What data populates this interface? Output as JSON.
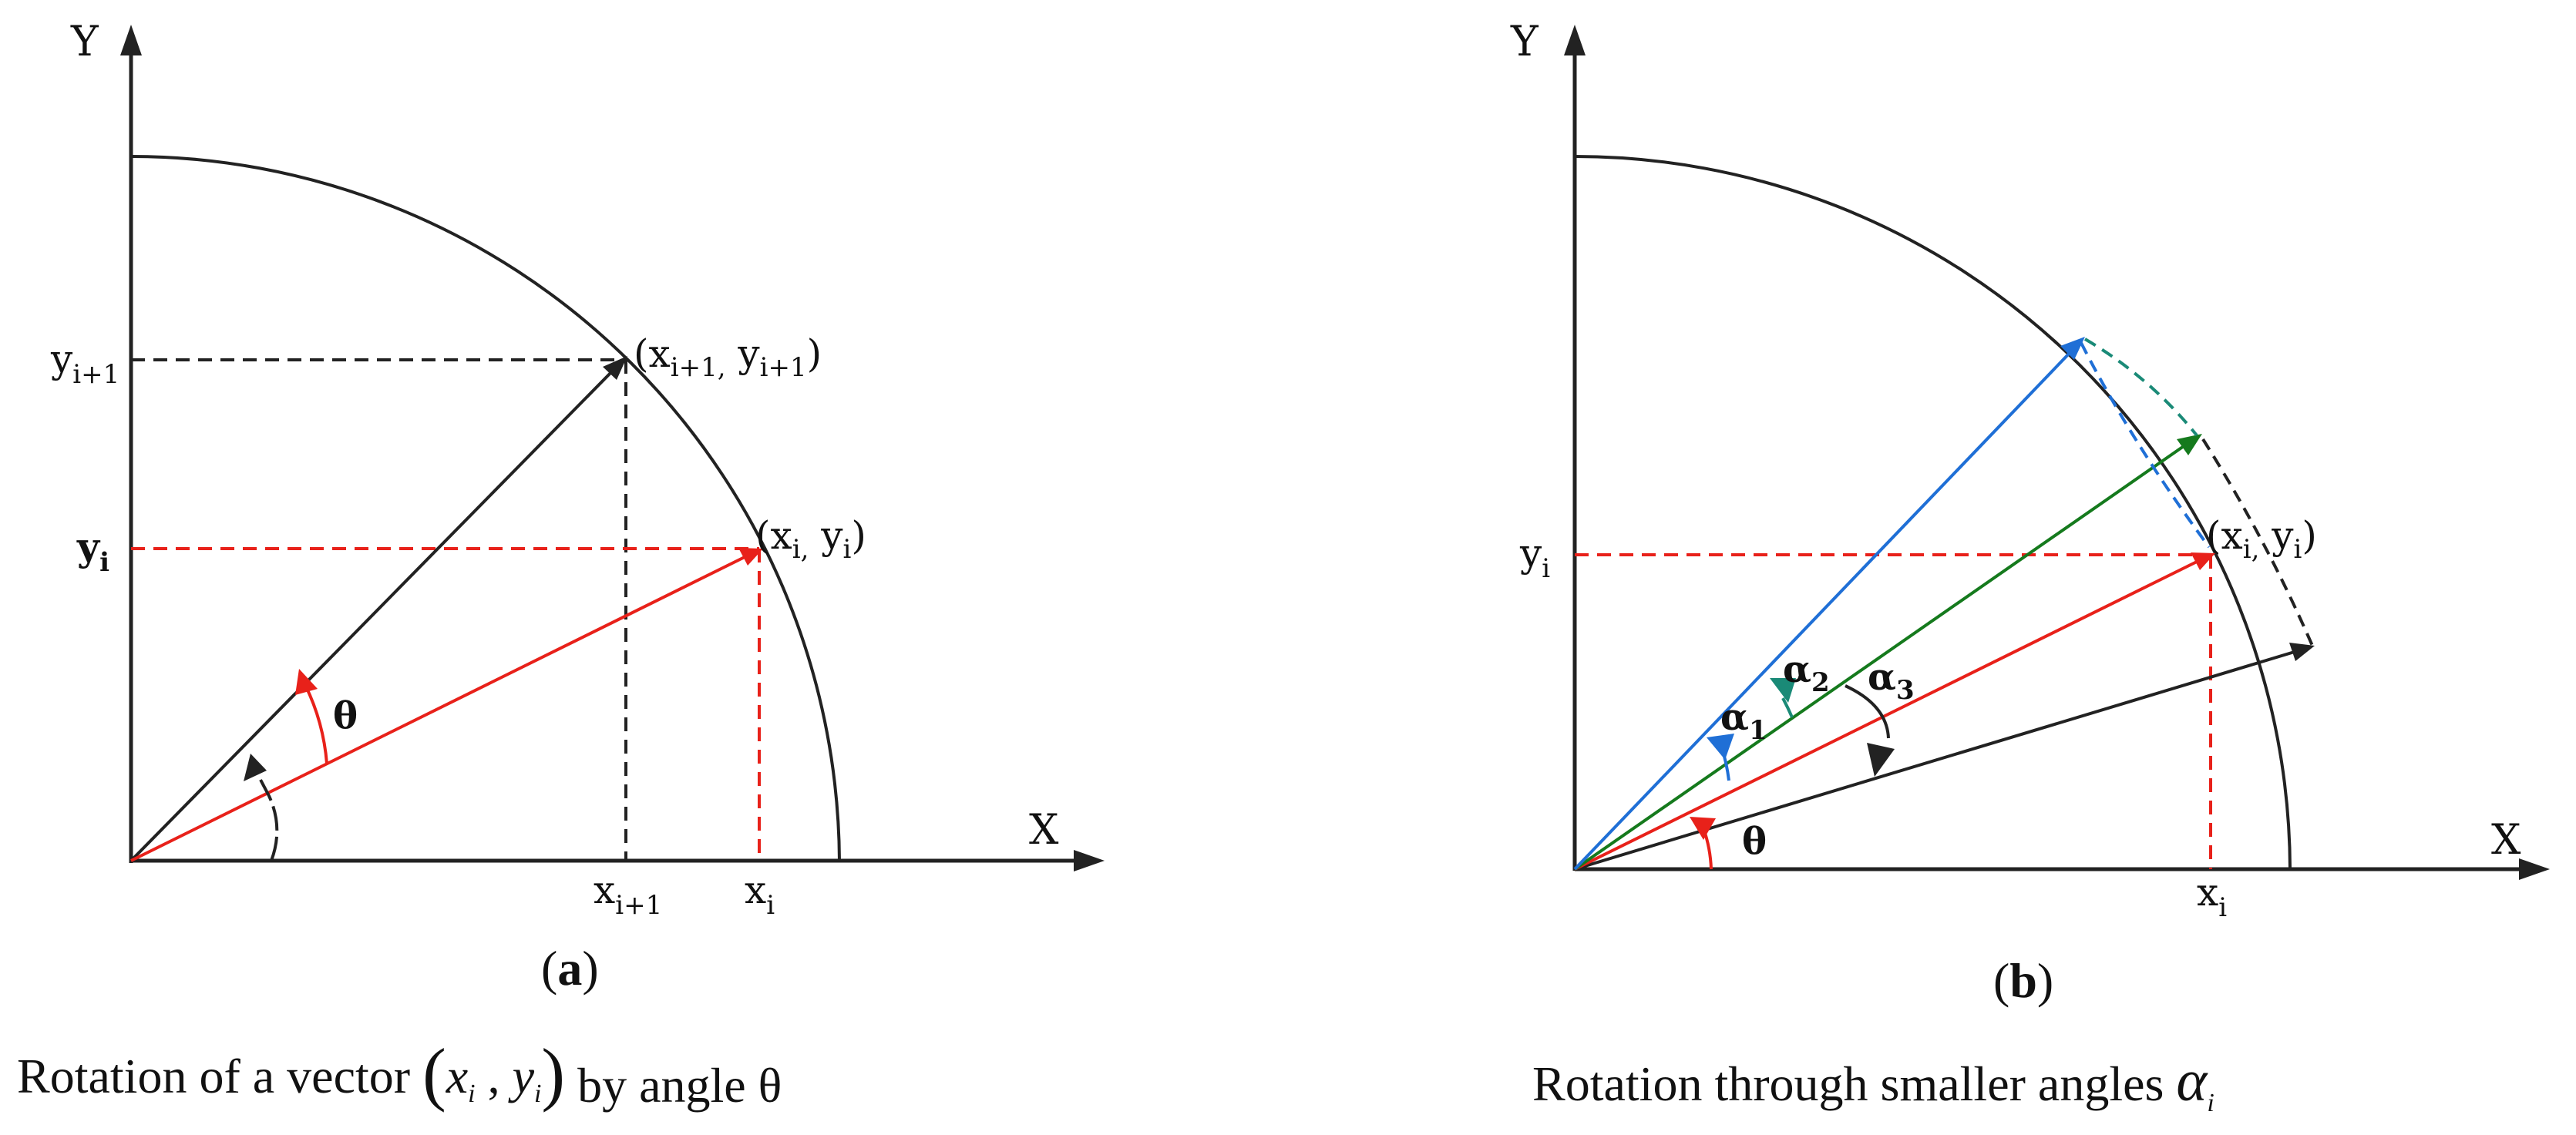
{
  "panel_a": {
    "y_axis_label": "Y",
    "x_axis_label": "X",
    "y_i1_base": "y",
    "y_i1_sub": "i+1",
    "y_i_base": "y",
    "y_i_sub": "i",
    "x_i1_base": "x",
    "x_i1_sub": "i+1",
    "x_i_base": "x",
    "x_i_sub": "i",
    "point_i1": {
      "open": "(x",
      "sub1": "i+1,",
      "mid": " y",
      "sub2": "i+1",
      "close": ")"
    },
    "point_i": {
      "open": "(x",
      "sub1": "i,",
      "mid": " y",
      "sub2": "i",
      "close": ")"
    },
    "theta": "θ",
    "tag_open": "(",
    "tag": "a",
    "tag_close": ")",
    "caption": {
      "prefix": "Rotation of a vector ",
      "open": "(",
      "x": "x",
      "x_sub": "i",
      "comma": " , ",
      "y": "y",
      "y_sub": "i",
      "close": ")",
      "middle": " by angle ",
      "angle": "θ"
    }
  },
  "panel_b": {
    "y_axis_label": "Y",
    "x_axis_label": "X",
    "y_i_base": "y",
    "y_i_sub": "i",
    "x_i_base": "x",
    "x_i_sub": "i",
    "point_i": {
      "open": "(x",
      "sub1": "i,",
      "mid": " y",
      "sub2": "i",
      "close": ")"
    },
    "alpha1": {
      "base": "α",
      "sub": "1"
    },
    "alpha2": {
      "base": "α",
      "sub": "2"
    },
    "alpha3": {
      "base": "α",
      "sub": "3"
    },
    "theta": "θ",
    "tag_open": "(",
    "tag": "b",
    "tag_close": ")",
    "caption": {
      "prefix": "Rotation through smaller angles ",
      "angle": "α",
      "angle_sub": "i"
    }
  },
  "colors": {
    "red": "#e8211a",
    "blue": "#1f6fd6",
    "green": "#157a1d",
    "teal": "#1a8a77",
    "black": "#222222"
  }
}
